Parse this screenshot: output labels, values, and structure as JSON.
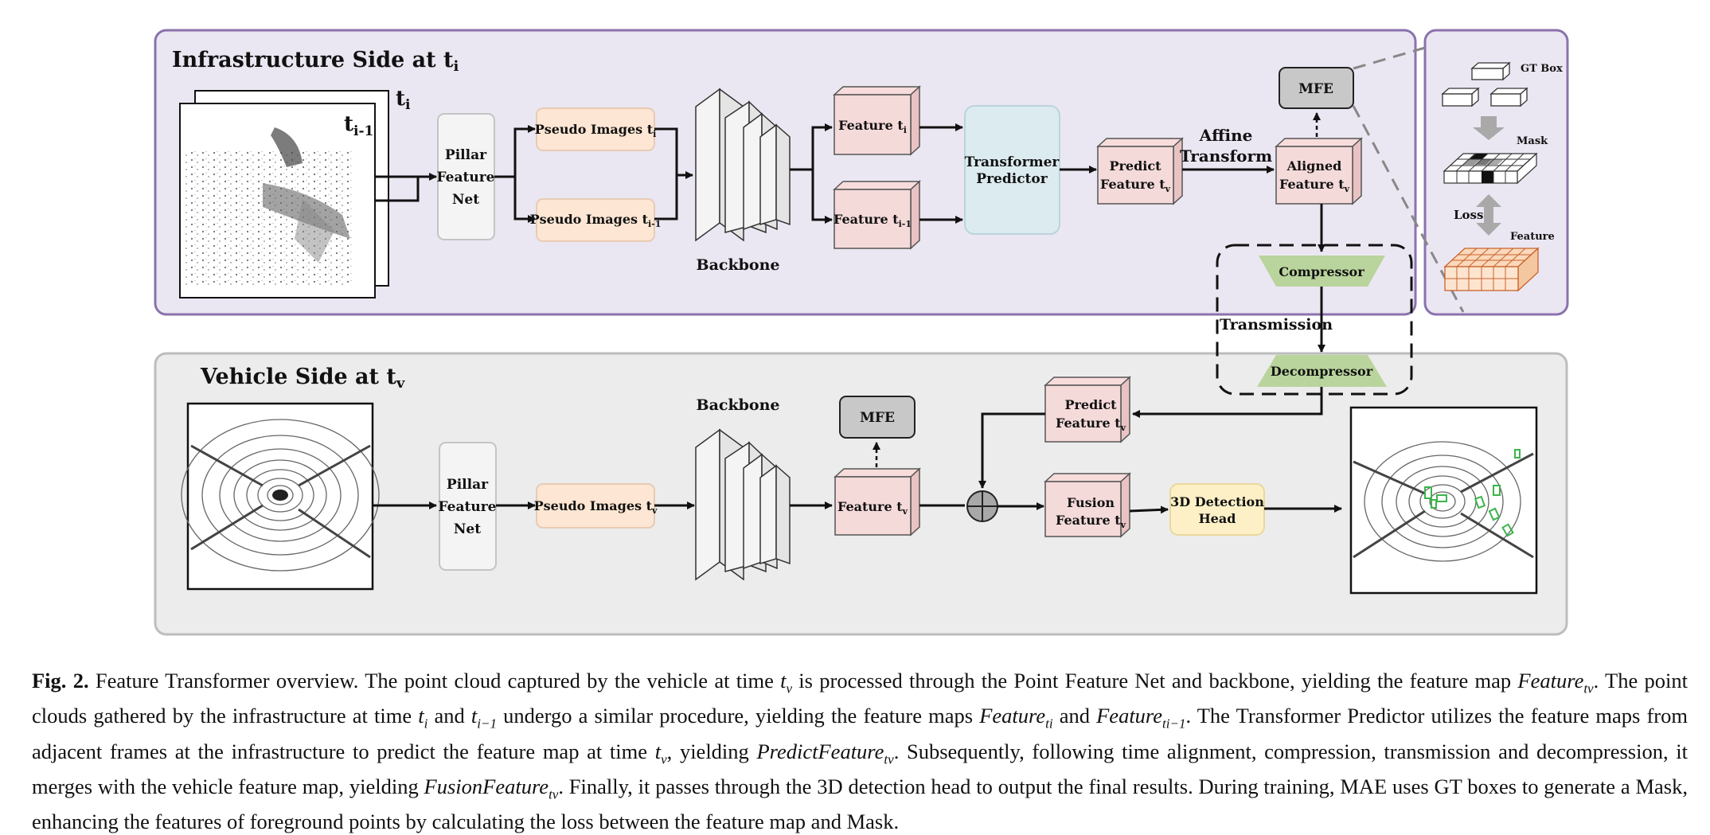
{
  "infra": {
    "title": "Infrastructure Side at t",
    "title_sub": "i",
    "frame_top": "t",
    "frame_top_sub": "i",
    "frame_back": "t",
    "frame_back_sub": "i-1",
    "pillar": [
      "Pillar",
      "Feature",
      "Net"
    ],
    "pseudo_a": "Pseudo Images t",
    "pseudo_a_sub": "i",
    "pseudo_b": "Pseudo Images t",
    "pseudo_b_sub": "i-1",
    "backbone": "Backbone",
    "feat_a": "Feature t",
    "feat_a_sub": "i",
    "feat_b": "Feature t",
    "feat_b_sub": "i-1",
    "predictor": [
      "Transformer",
      "Predictor"
    ],
    "predict": [
      "Predict",
      "Feature t"
    ],
    "predict_sub": "v",
    "affine": [
      "Affine",
      "Transform"
    ],
    "aligned": [
      "Aligned",
      "Feature t"
    ],
    "aligned_sub": "v",
    "mfe": "MFE",
    "compressor": "Compressor"
  },
  "transmission": "Transmission",
  "decompressor": "Decompressor",
  "mae": {
    "gt_box": "GT Box",
    "mask": "Mask",
    "loss": "Loss",
    "feature": "Feature"
  },
  "vehicle": {
    "title": "Vehicle Side at t",
    "title_sub": "v",
    "pillar": [
      "Pillar",
      "Feature",
      "Net"
    ],
    "pseudo": "Pseudo Images t",
    "pseudo_sub": "v",
    "backbone": "Backbone",
    "mfe": "MFE",
    "feat": "Feature t",
    "feat_sub": "v",
    "predict": [
      "Predict",
      "Feature t"
    ],
    "predict_sub": "v",
    "fusion": [
      "Fusion",
      "Feature t"
    ],
    "fusion_sub": "v",
    "detection": [
      "3D Detection",
      "Head"
    ]
  },
  "caption": {
    "label": "Fig. 2.",
    "s1": " Feature Transformer overview. The point cloud captured by the vehicle at time ",
    "tv": "t",
    "tv_sub": "v",
    "s2": " is processed through the Point Feature Net and backbone, yielding the feature map ",
    "feature": "Feature",
    "feature_sub": "tv",
    "s3": ". The point clouds gathered by the infrastructure at time ",
    "ti": "t",
    "ti_sub": "i",
    "s4": " and ",
    "tim1": "t",
    "tim1_sub": "i−1",
    "s5": " undergo a similar procedure, yielding the feature maps ",
    "feature_i": "Feature",
    "feature_i_sub": "ti",
    "s6": " and ",
    "feature_im1": "Feature",
    "feature_im1_sub": "ti−1",
    "s7": ". The Transformer Predictor utilizes the feature maps from adjacent frames at the infrastructure to predict the feature map at time ",
    "tv2": "t",
    "tv2_sub": "v",
    "s8": ", yielding ",
    "predict": "PredictFeature",
    "predict_sub": "tv",
    "s9": ". Subsequently, following time alignment, compression, transmission and decompression, it merges with the vehicle feature map, yielding ",
    "fusion": "FusionFeature",
    "fusion_sub": "tv",
    "s10": ". Finally, it passes through the 3D detection head to output the final results. During training, MAE uses GT boxes to generate a Mask, enhancing the features of foreground points by calculating the loss between the feature map and Mask."
  }
}
